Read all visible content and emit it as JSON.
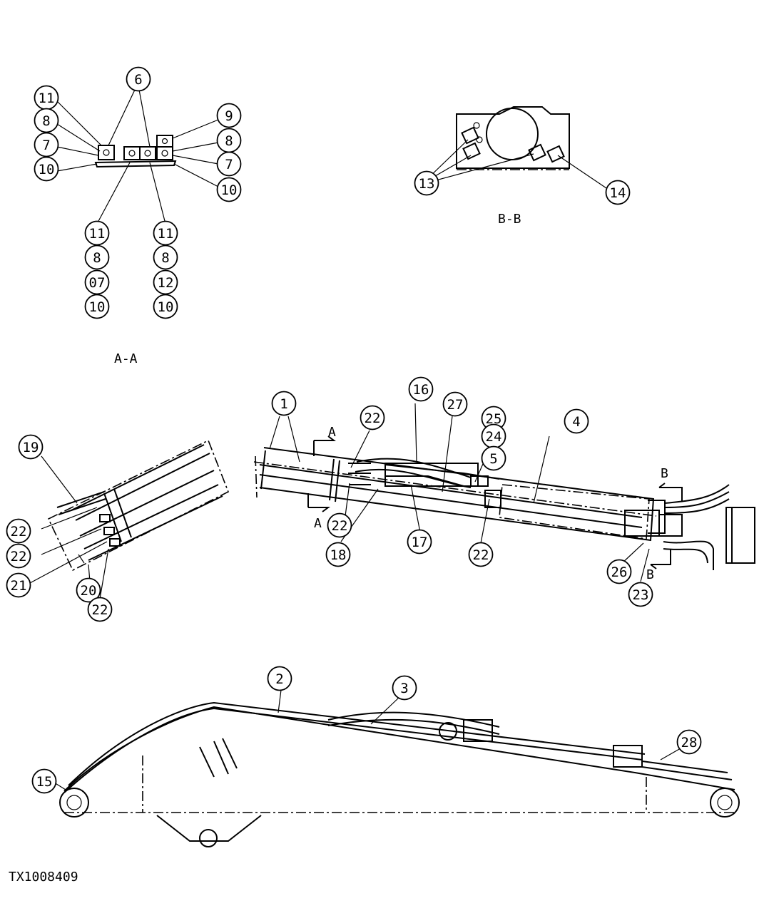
{
  "figure_id": "TX1008409",
  "section_labels": {
    "aa": "A-A",
    "bb": "B-B",
    "cut_a_top": "A",
    "cut_a_bottom": "A",
    "cut_b_top": "B",
    "cut_b_bottom": "B"
  },
  "callouts": [
    {
      "id": "c-aa-6",
      "text": "6"
    },
    {
      "id": "c-aa-11a",
      "text": "11"
    },
    {
      "id": "c-aa-8a",
      "text": "8"
    },
    {
      "id": "c-aa-7a",
      "text": "7"
    },
    {
      "id": "c-aa-10a",
      "text": "10"
    },
    {
      "id": "c-aa-9",
      "text": "9"
    },
    {
      "id": "c-aa-8b",
      "text": "8"
    },
    {
      "id": "c-aa-7b",
      "text": "7"
    },
    {
      "id": "c-aa-10b",
      "text": "10"
    },
    {
      "id": "c-aa-11b",
      "text": "11"
    },
    {
      "id": "c-aa-8c",
      "text": "8"
    },
    {
      "id": "c-aa-07",
      "text": "07"
    },
    {
      "id": "c-aa-10c",
      "text": "10"
    },
    {
      "id": "c-aa-11c",
      "text": "11"
    },
    {
      "id": "c-aa-8d",
      "text": "8"
    },
    {
      "id": "c-aa-12",
      "text": "12"
    },
    {
      "id": "c-aa-10d",
      "text": "10"
    },
    {
      "id": "c-bb-13",
      "text": "13"
    },
    {
      "id": "c-bb-14",
      "text": "14"
    },
    {
      "id": "c-det-19",
      "text": "19"
    },
    {
      "id": "c-det-22a",
      "text": "22"
    },
    {
      "id": "c-det-22b",
      "text": "22"
    },
    {
      "id": "c-det-21",
      "text": "21"
    },
    {
      "id": "c-det-20",
      "text": "20"
    },
    {
      "id": "c-det-22c",
      "text": "22"
    },
    {
      "id": "c-arm-1",
      "text": "1"
    },
    {
      "id": "c-arm-22a",
      "text": "22"
    },
    {
      "id": "c-arm-16",
      "text": "16"
    },
    {
      "id": "c-arm-27",
      "text": "27"
    },
    {
      "id": "c-arm-25",
      "text": "25"
    },
    {
      "id": "c-arm-24",
      "text": "24"
    },
    {
      "id": "c-arm-5",
      "text": "5"
    },
    {
      "id": "c-arm-4",
      "text": "4"
    },
    {
      "id": "c-arm-22b",
      "text": "22"
    },
    {
      "id": "c-arm-18",
      "text": "18"
    },
    {
      "id": "c-arm-17",
      "text": "17"
    },
    {
      "id": "c-arm-22c",
      "text": "22"
    },
    {
      "id": "c-arm-26",
      "text": "26"
    },
    {
      "id": "c-arm-23",
      "text": "23"
    },
    {
      "id": "c-boom-2",
      "text": "2"
    },
    {
      "id": "c-boom-3",
      "text": "3"
    },
    {
      "id": "c-boom-28",
      "text": "28"
    },
    {
      "id": "c-boom-15",
      "text": "15"
    }
  ]
}
